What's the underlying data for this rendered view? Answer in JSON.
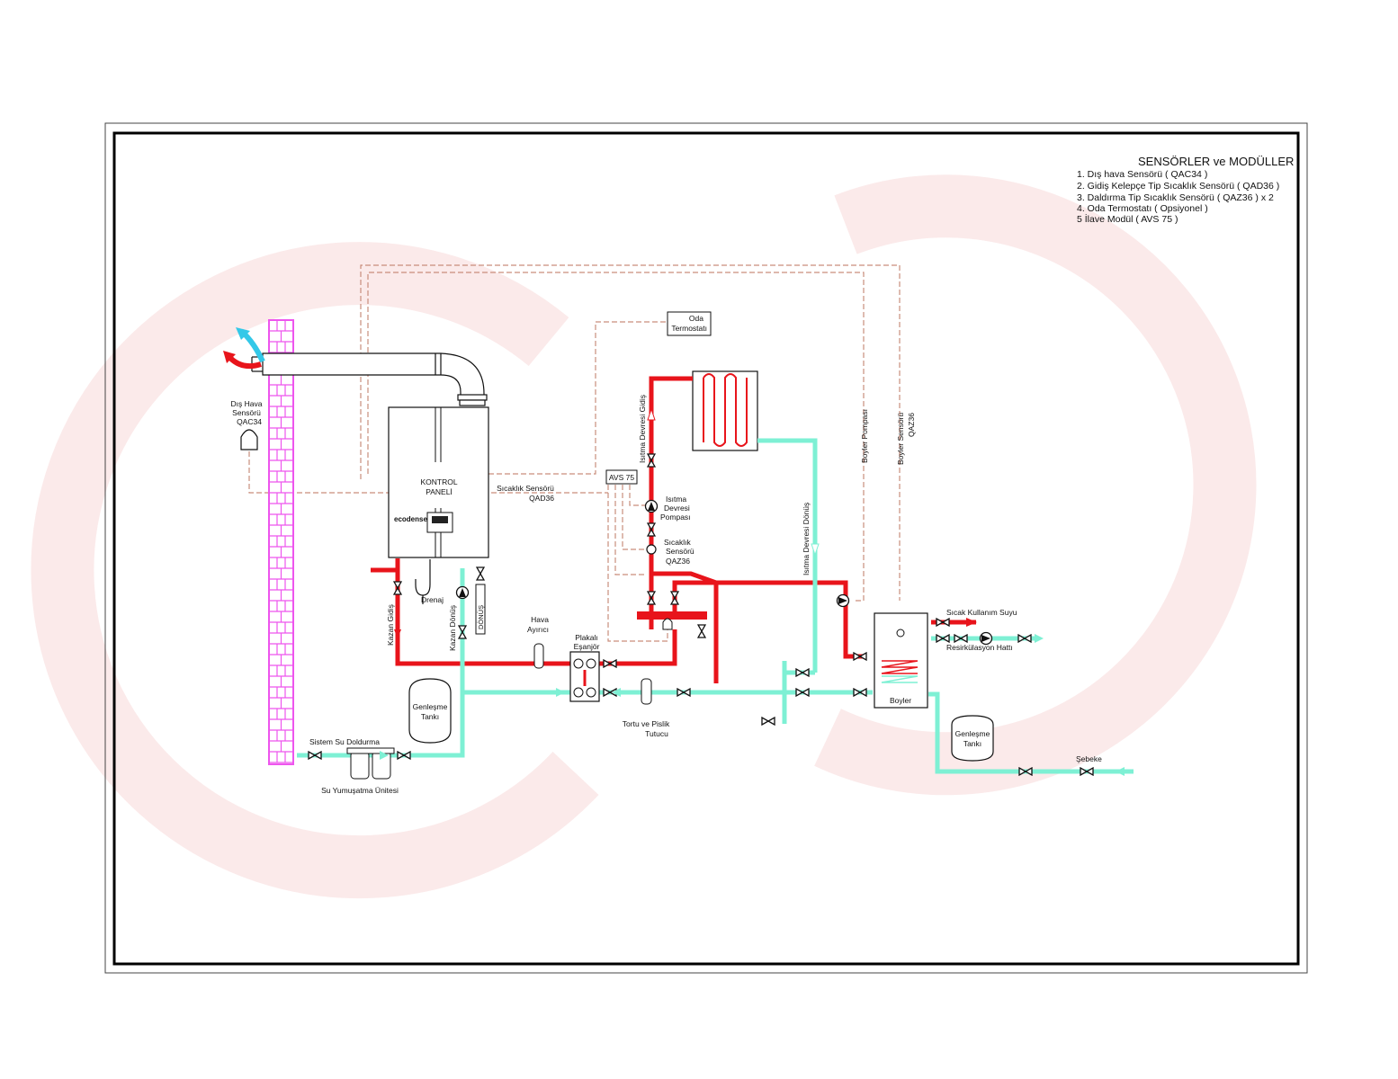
{
  "colors": {
    "hot_pipe": "#e8141b",
    "cold_pipe": "#7ef0d4",
    "chimney": "#ee55ee",
    "signal_wire": "#c98e7c",
    "watermark": "#fbeaea",
    "arrow_blue": "#33c8e8",
    "arrow_red": "#e8141b"
  },
  "legend": {
    "title": "SENSÖRLER ve MODÜLLER",
    "items": [
      "1. Dış hava Sensörü ( QAC34 )",
      "2. Gidiş Kelepçe Tip Sıcaklık Sensörü ( QAD36 )",
      "3. Daldırma Tip Sıcaklık Sensörü ( QAZ36 ) x 2",
      "4. Oda Termostatı ( Opsiyonel )",
      "5 İlave Modül ( AVS 75 )"
    ]
  },
  "labels": {
    "outdoor_sensor": [
      "Dış Hava",
      "Sensörü",
      "QAC34"
    ],
    "control_panel": [
      "KONTROL",
      "PANELİ"
    ],
    "boiler_brand": "ecodense",
    "flow_sensor": [
      "Sıcaklık Sensörü",
      "QAD36"
    ],
    "room_thermostat": [
      "Oda",
      "Termostatı"
    ],
    "avs": "AVS 75",
    "heating_flow": "Isıtma Devresi Gidiş",
    "heating_pump": [
      "Isıtma",
      "Devresi",
      "Pompası"
    ],
    "temp_sensor": [
      "Sıcaklık",
      "Sensörü",
      "QAZ36"
    ],
    "heating_return": "Isıtma Devresi Dönüş",
    "boiler_pump": "Boyler Pompası",
    "boiler_sensor": [
      "Boyler Sensörü",
      "QAZ36"
    ],
    "drain": "Drenaj",
    "boiler_flow": "Kazan Gidiş",
    "boiler_return": "Kazan Dönüş",
    "return_box": "DÖNÜŞ",
    "air_separator": [
      "Hava",
      "Ayırıcı"
    ],
    "plate_exchanger": [
      "Plakalı",
      "Eşanjör"
    ],
    "dirt_trap": [
      "Tortu ve Pislik",
      "Tutucu"
    ],
    "expansion_tank": [
      "Genleşme",
      "Tankı"
    ],
    "system_fill": "Sistem Su Doldurma",
    "softener": "Su Yumuşatma Ünitesi",
    "boiler": "Boyler",
    "hot_water": "Sıcak Kullanım Suyu",
    "recirculation": "Resirkülasyon Hattı",
    "expansion_tank2": [
      "Genleşme",
      "Tankı"
    ],
    "mains": "Şebeke"
  }
}
